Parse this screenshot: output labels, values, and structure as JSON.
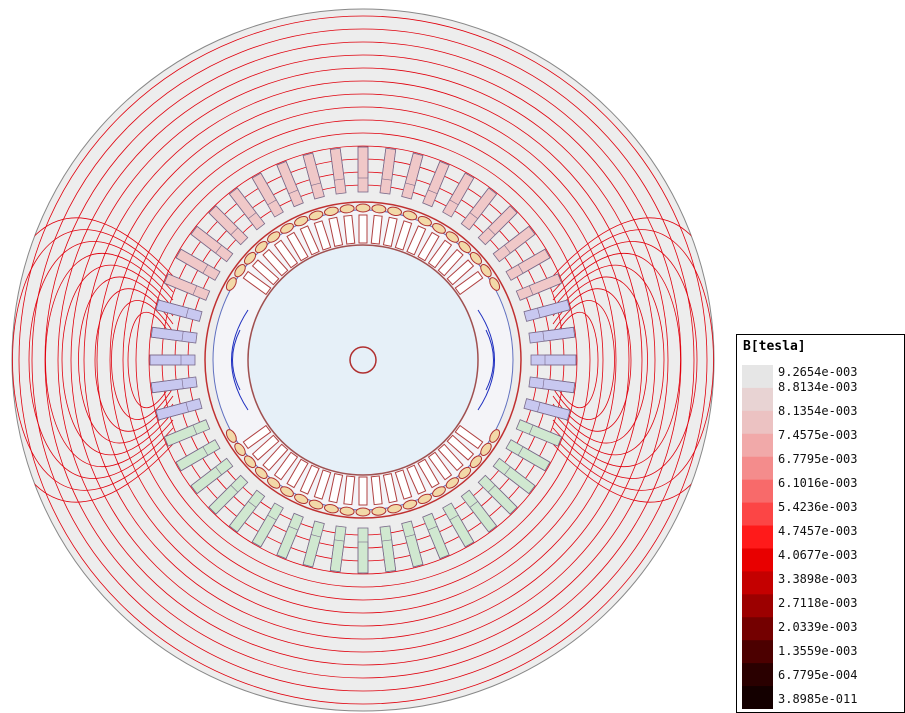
{
  "legend": {
    "title": "B[tesla]",
    "labels": [
      "9.2654e-003",
      "8.8134e-003",
      "8.1354e-003",
      "7.4575e-003",
      "6.7795e-003",
      "6.1016e-003",
      "5.4236e-003",
      "4.7457e-003",
      "4.0677e-003",
      "3.3898e-003",
      "2.7118e-003",
      "2.0339e-003",
      "1.3559e-003",
      "6.7795e-004",
      "3.8985e-011"
    ],
    "colors": [
      "#e6e6e6",
      "#e8d3d3",
      "#ecc2c2",
      "#f1a9a9",
      "#f48c8c",
      "#f86a6a",
      "#fc4545",
      "#ff1a1a",
      "#e80000",
      "#c40000",
      "#9c0000",
      "#740000",
      "#4c0000",
      "#2a0000",
      "#140000"
    ]
  },
  "palette": {
    "background_disc": "#ededed",
    "flux_line": "#e0000d",
    "rotor_core": "#e6f0f8",
    "stator_slot_red": "#f0c8c8",
    "stator_slot_green": "#d0e8d0",
    "stator_slot_blue": "#c8c8f0",
    "rotor_bar": "#f2d9a8",
    "outline_blue": "#2030c0"
  }
}
